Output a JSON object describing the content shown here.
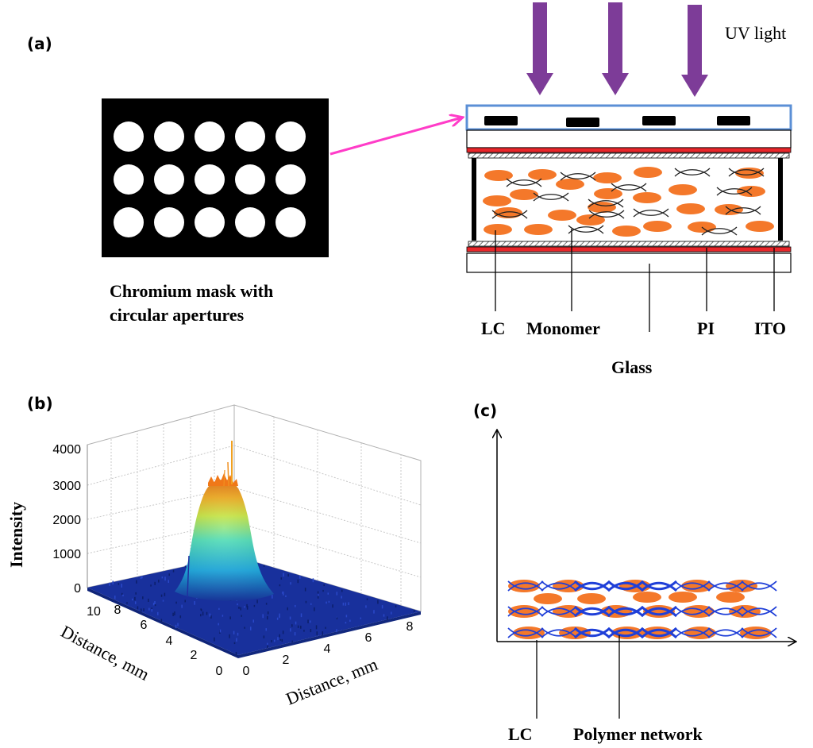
{
  "panels": {
    "a": {
      "label": "(a)",
      "uv_label": "UV light",
      "mask_caption_line1": "Chromium mask with",
      "mask_caption_line2": "circular apertures",
      "mask_rows": 3,
      "mask_cols": 5,
      "layer_labels": {
        "lc": "LC",
        "monomer": "Monomer",
        "pi": "PI",
        "ito": "ITO",
        "glass": "Glass"
      }
    },
    "b": {
      "label": "(b)",
      "z_axis_label": "Intensity",
      "x_axis_label": "Distance, mm",
      "y_axis_label": "Distance, mm",
      "z_ticks": [
        "0",
        "1000",
        "2000",
        "3000",
        "4000"
      ],
      "y_ticks": [
        "0",
        "2",
        "4",
        "6",
        "8",
        "10"
      ],
      "x_ticks": [
        "0",
        "2",
        "4",
        "6",
        "8"
      ]
    },
    "c": {
      "label": "(c)",
      "labels": {
        "lc": "LC",
        "polymer": "Polymer network"
      }
    }
  },
  "colors": {
    "uv_arrow": "#7d3c98",
    "pink_arrow": "#ff3cc8",
    "lc_orange": "#f4782a",
    "ito_red": "#e8262a",
    "mask_outline": "#5b8fd6",
    "polymer_blue": "#1f3fd8",
    "surface_blue": "#18309c"
  }
}
